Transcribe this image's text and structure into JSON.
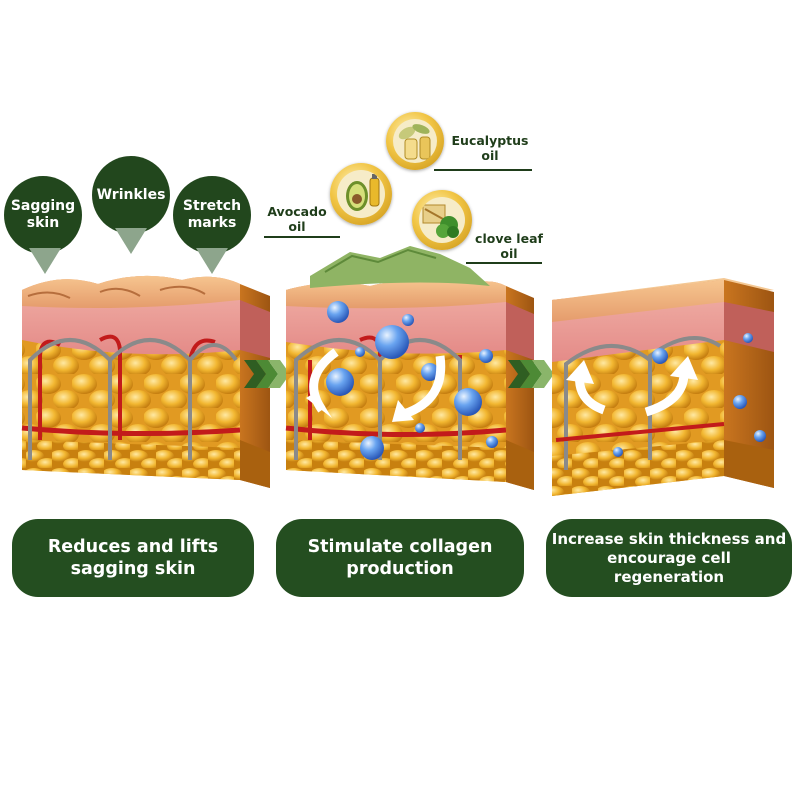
{
  "problems": [
    {
      "label_line1": "Sagging",
      "label_line2": "skin"
    },
    {
      "label_line1": "Wrinkles",
      "label_line2": ""
    },
    {
      "label_line1": "Stretch",
      "label_line2": "marks"
    }
  ],
  "oils": [
    {
      "label_line1": "Avocado",
      "label_line2": "oil"
    },
    {
      "label_line1": "Eucalyptus",
      "label_line2": "oil"
    },
    {
      "label_line1": "clove leaf",
      "label_line2": "oil"
    }
  ],
  "steps": [
    {
      "caption": "Reduces and lifts sagging skin"
    },
    {
      "caption": "Stimulate collagen production"
    },
    {
      "caption": "Increase skin thickness and encourage cell regeneration"
    }
  ],
  "colors": {
    "brand_green": "#244e20",
    "bubble_green": "#22471d",
    "bubble_tip": "#8da58c",
    "fat_yellow": "#f2b731",
    "skin_pink": "#e9a3a0",
    "vessel_red": "#c21b1b",
    "bubble_blue": "#3d7fe0"
  }
}
